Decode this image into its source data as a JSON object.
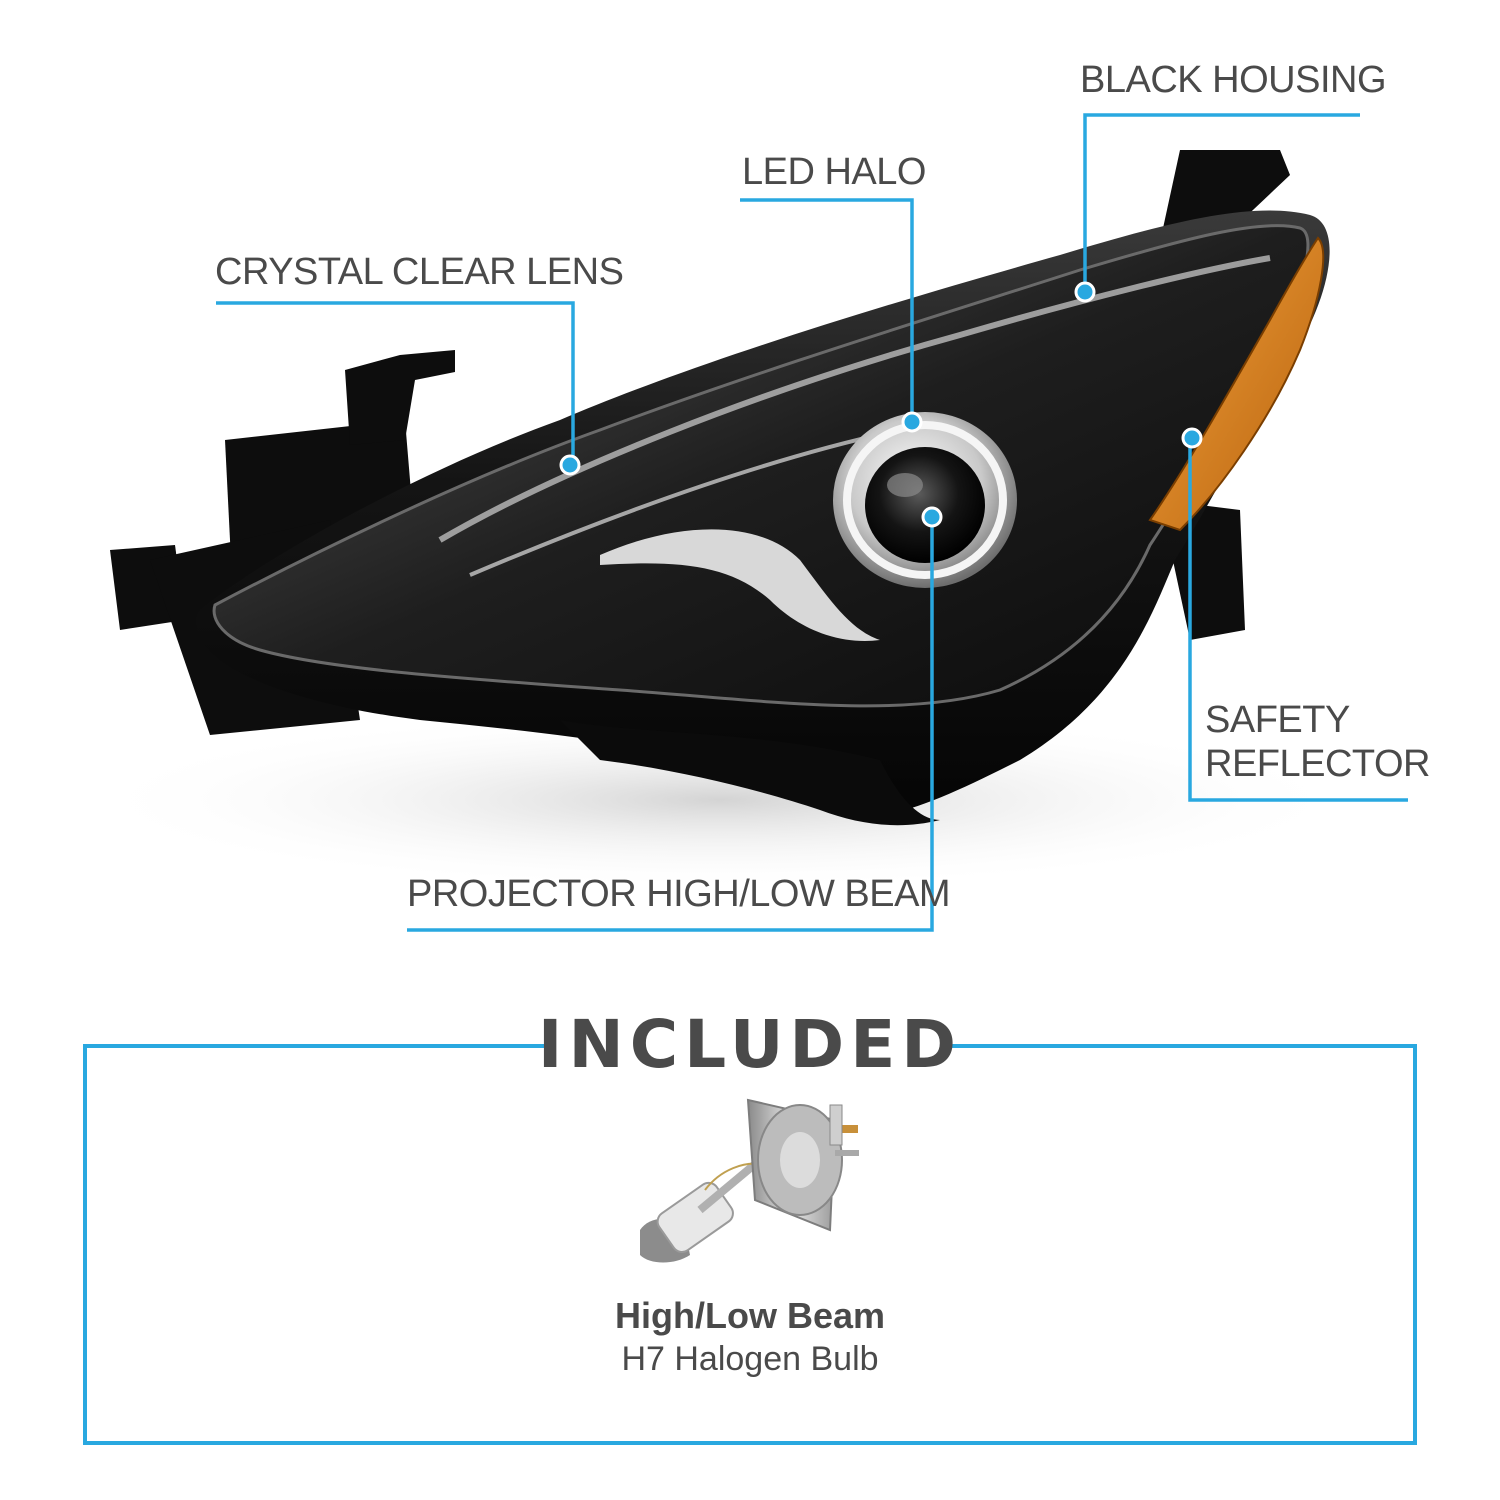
{
  "callouts": {
    "black_housing": "BLACK HOUSING",
    "led_halo": "LED HALO",
    "crystal_clear_lens": "CRYSTAL CLEAR LENS",
    "safety_reflector": "SAFETY\nREFLECTOR",
    "projector_beam": "PROJECTOR HIGH/LOW BEAM"
  },
  "included": {
    "title": "INCLUDED",
    "item_name": "High/Low Beam",
    "item_detail": "H7 Halogen Bulb"
  },
  "colors": {
    "accent": "#29a8e0",
    "text": "#4a4a4a",
    "housing": "#111111",
    "reflector": "#d9831a"
  },
  "icons": {
    "product": "headlight-assembly",
    "bulb": "h7-bulb"
  }
}
